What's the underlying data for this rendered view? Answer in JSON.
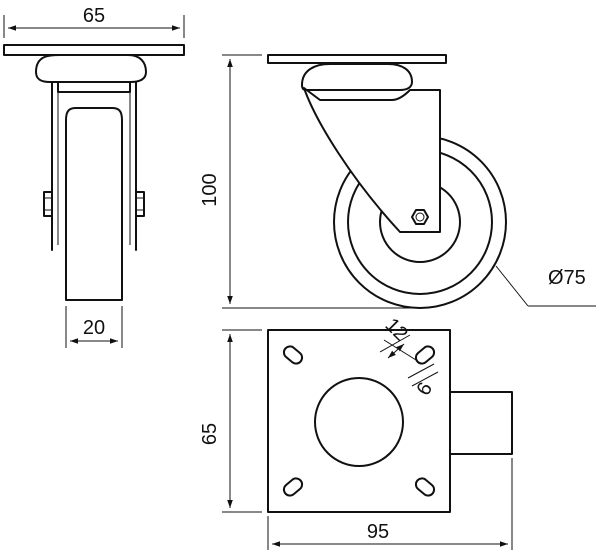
{
  "dimensions": {
    "top_plate_width": "65",
    "height": "100",
    "wheel_width": "20",
    "wheel_diameter": "Ø75",
    "plate_depth": "65",
    "overall_length": "95",
    "slot_spacing": "12",
    "slot_width": "6"
  },
  "colors": {
    "line": "#111111",
    "background": "#ffffff"
  }
}
